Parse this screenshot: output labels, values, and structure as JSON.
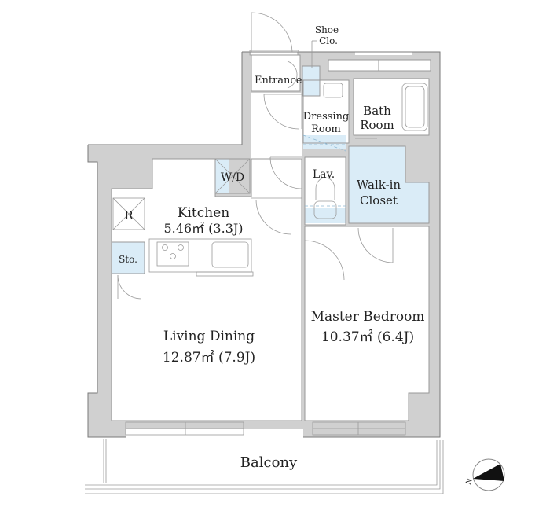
{
  "floorplan": {
    "colors": {
      "wall": "#d0d0d0",
      "storage_fill": "#daecf7",
      "room_fill": "#ffffff",
      "line": "#7a7a7a",
      "text": "#222222"
    },
    "rooms": {
      "entrance": {
        "name": "Entrance"
      },
      "shoe_closet": {
        "name_line1": "Shoe",
        "name_line2": "Clo."
      },
      "dressing_room": {
        "name_line1": "Dressing",
        "name_line2": "Room"
      },
      "bath_room": {
        "name_line1": "Bath",
        "name_line2": "Room"
      },
      "washer_dryer": {
        "name": "W/D"
      },
      "lavatory": {
        "name": "Lav."
      },
      "walk_in_closet": {
        "name_line1": "Walk-in",
        "name_line2": "Closet"
      },
      "refrigerator": {
        "name": "R"
      },
      "kitchen": {
        "name": "Kitchen",
        "area": "5.46㎡ (3.3J)"
      },
      "storage": {
        "name": "Sto."
      },
      "living_dining": {
        "name": "Living Dining",
        "area": "12.87㎡ (7.9J)"
      },
      "master_bedroom": {
        "name": "Master Bedroom",
        "area": "10.37㎡ (6.4J)"
      },
      "balcony": {
        "name": "Balcony"
      }
    },
    "compass": {
      "label": "N",
      "icon": "north-arrow-icon"
    }
  }
}
